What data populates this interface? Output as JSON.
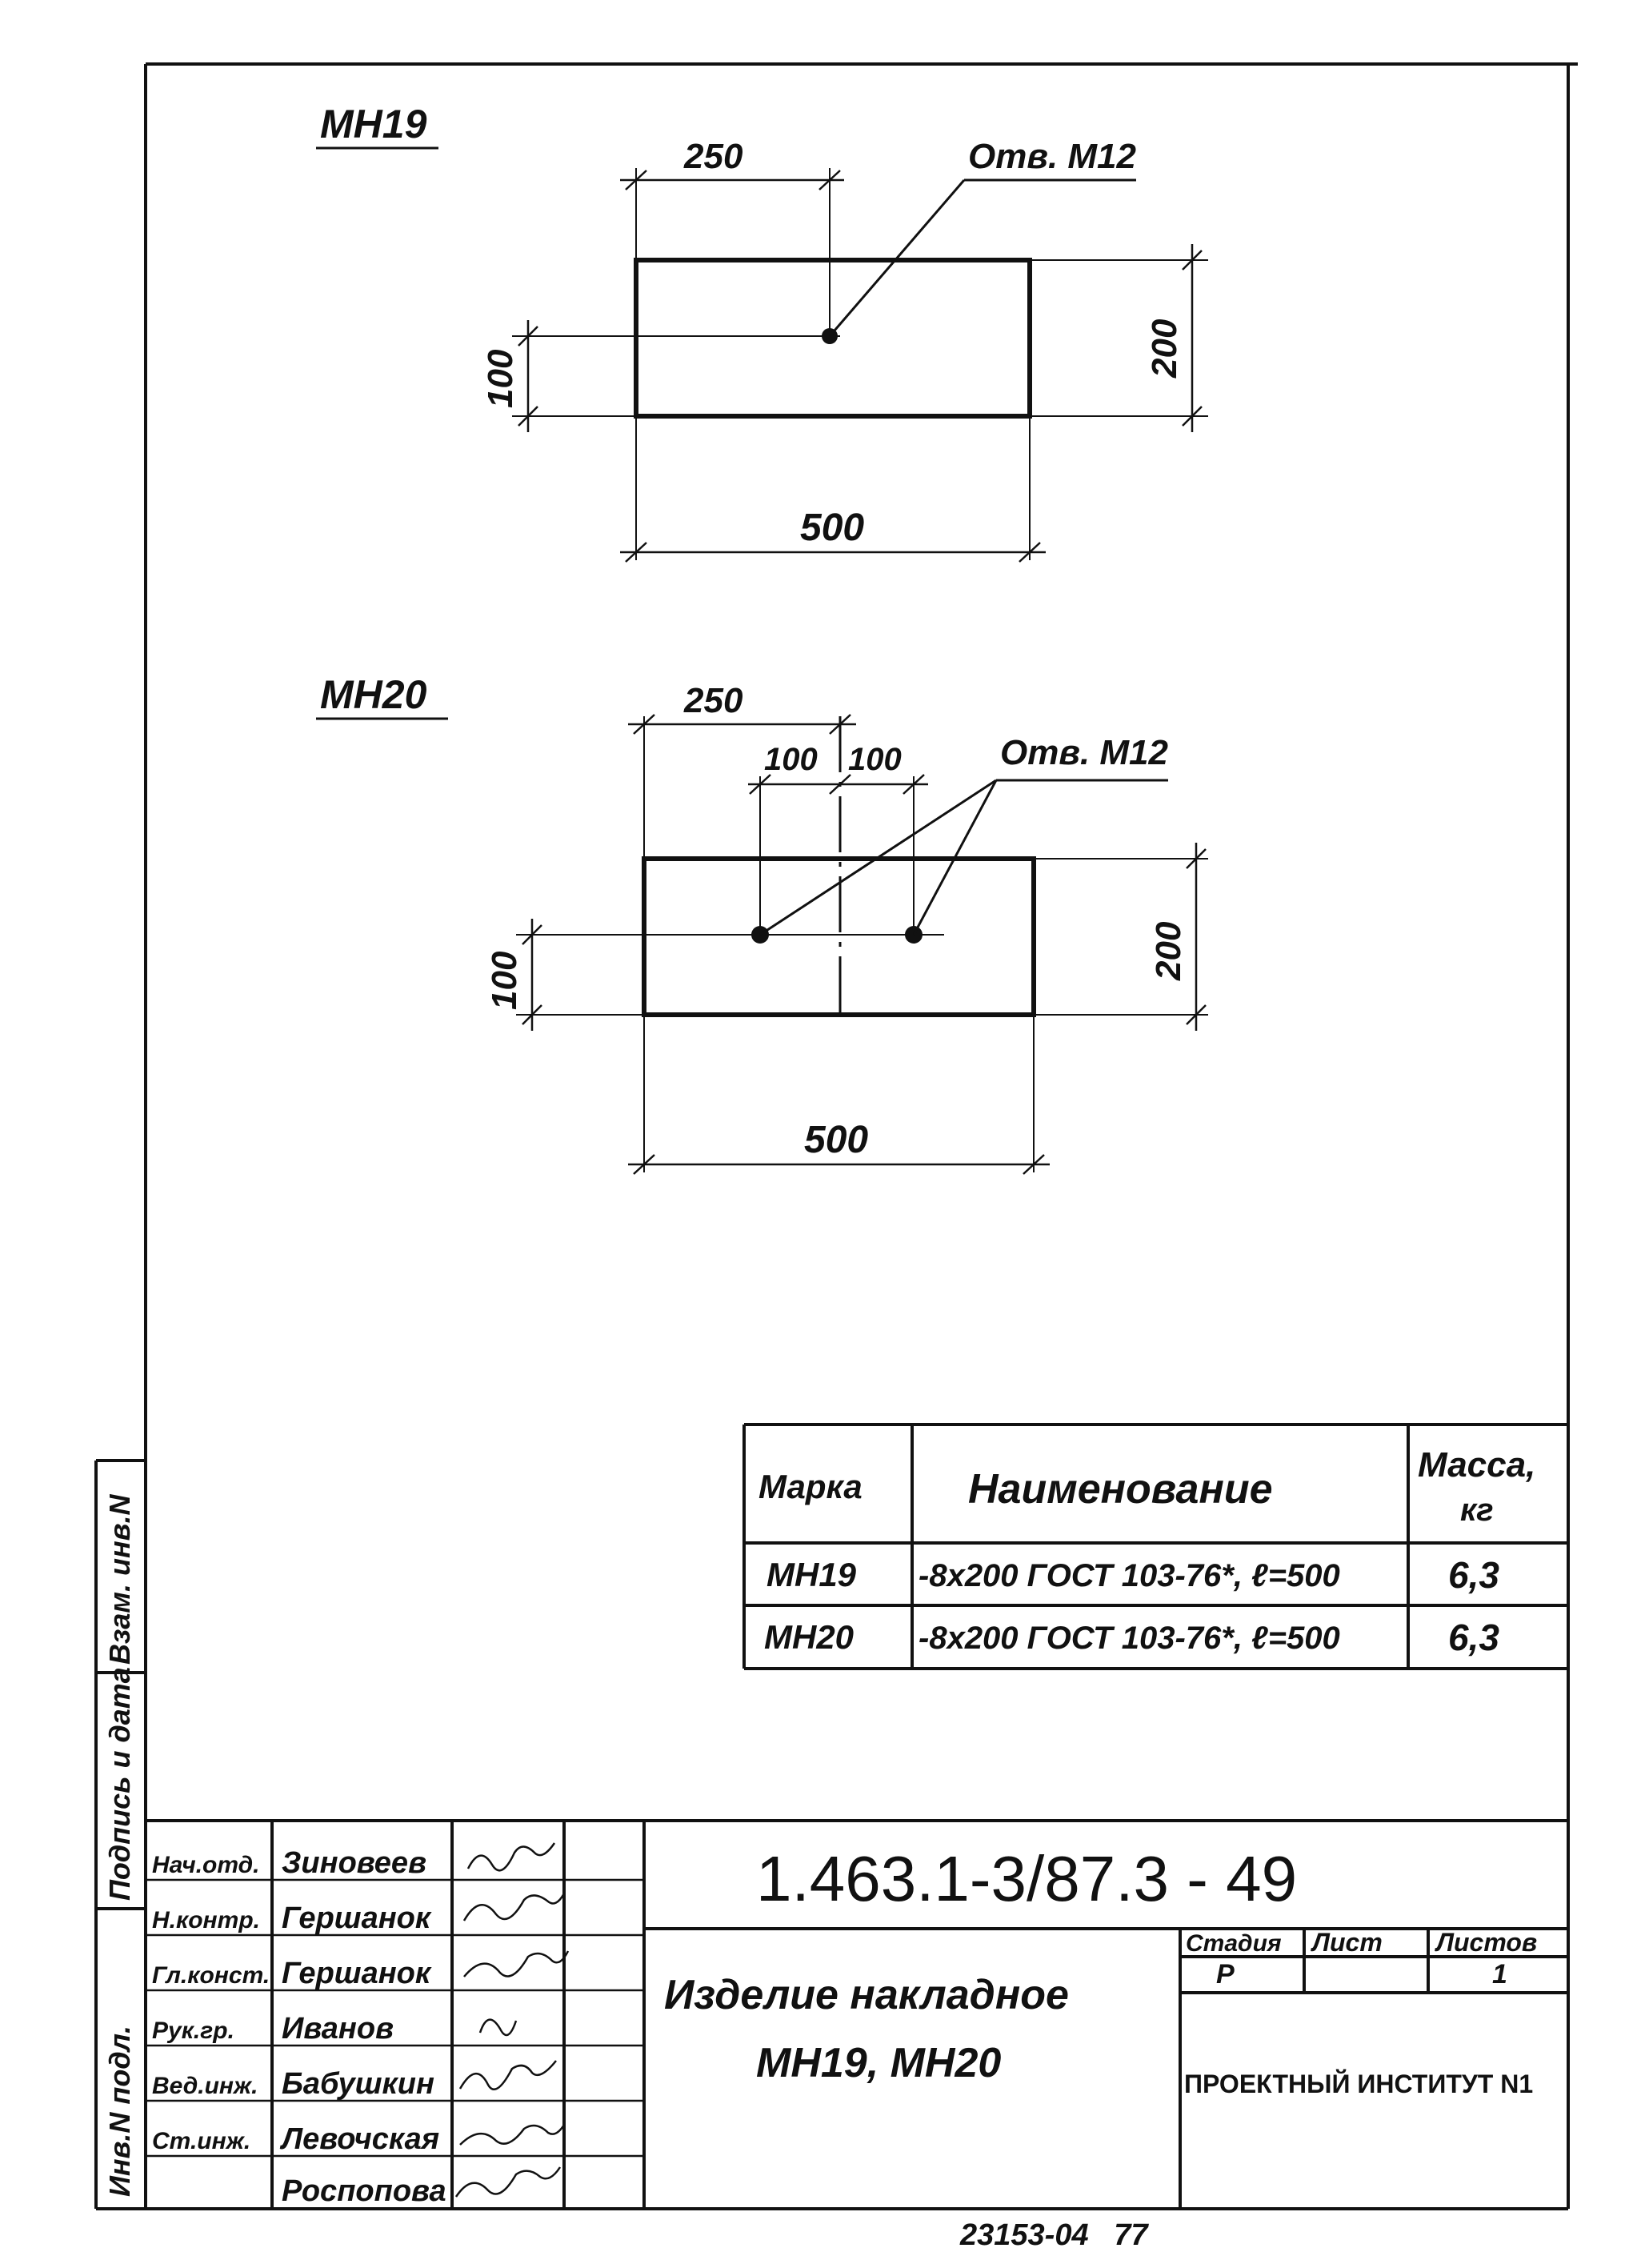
{
  "drawings": [
    {
      "title": "МН19",
      "dim_top": "250",
      "hole_label": "Отв. М12",
      "dim_height": "200",
      "dim_offset": "100",
      "dim_width": "500"
    },
    {
      "title": "МН20",
      "dim_top": "250",
      "dim_spacing_left": "100",
      "dim_spacing_right": "100",
      "hole_label": "Отв. М12",
      "dim_height": "200",
      "dim_offset": "100",
      "dim_width": "500"
    }
  ],
  "spec_table": {
    "headers": [
      "Марка",
      "Наименование",
      "Масса,",
      "кг"
    ],
    "rows": [
      {
        "mark": "МН19",
        "name": "-8х200 ГОСТ 103-76*, ℓ=500",
        "mass": "6,3"
      },
      {
        "mark": "МН20",
        "name": "-8х200 ГОСТ 103-76*, ℓ=500",
        "mass": "6,3"
      }
    ]
  },
  "side_labels": {
    "vzam": "Взам. инв.N",
    "podpis": "Подпись и дата",
    "inv": "Инв.N подл."
  },
  "title_block": {
    "code": "1.463.1-3/87.3 - 49",
    "item_title_line1": "Изделие накладное",
    "item_title_line2": "МН19, МН20",
    "stage_header": "Стадия",
    "sheet_header": "Лист",
    "sheets_header": "Листов",
    "stage_value": "Р",
    "sheet_value": "",
    "sheets_value": "1",
    "org": "ПРОЕКТНЫЙ ИНСТИТУТ N1",
    "staff": [
      {
        "role": "Нач.отд.",
        "name": "Зиновеев"
      },
      {
        "role": "Н.контр.",
        "name": "Гершанок"
      },
      {
        "role": "Гл.конст.",
        "name": "Гершанок"
      },
      {
        "role": "Рук.гр.",
        "name": "Иванов"
      },
      {
        "role": "Вед.инж.",
        "name": "Бабушкин"
      },
      {
        "role": "Ст.инж.",
        "name": "Левочская"
      },
      {
        "role": "",
        "name": "Роспопова"
      }
    ]
  },
  "footer_code": "23153-04   77"
}
